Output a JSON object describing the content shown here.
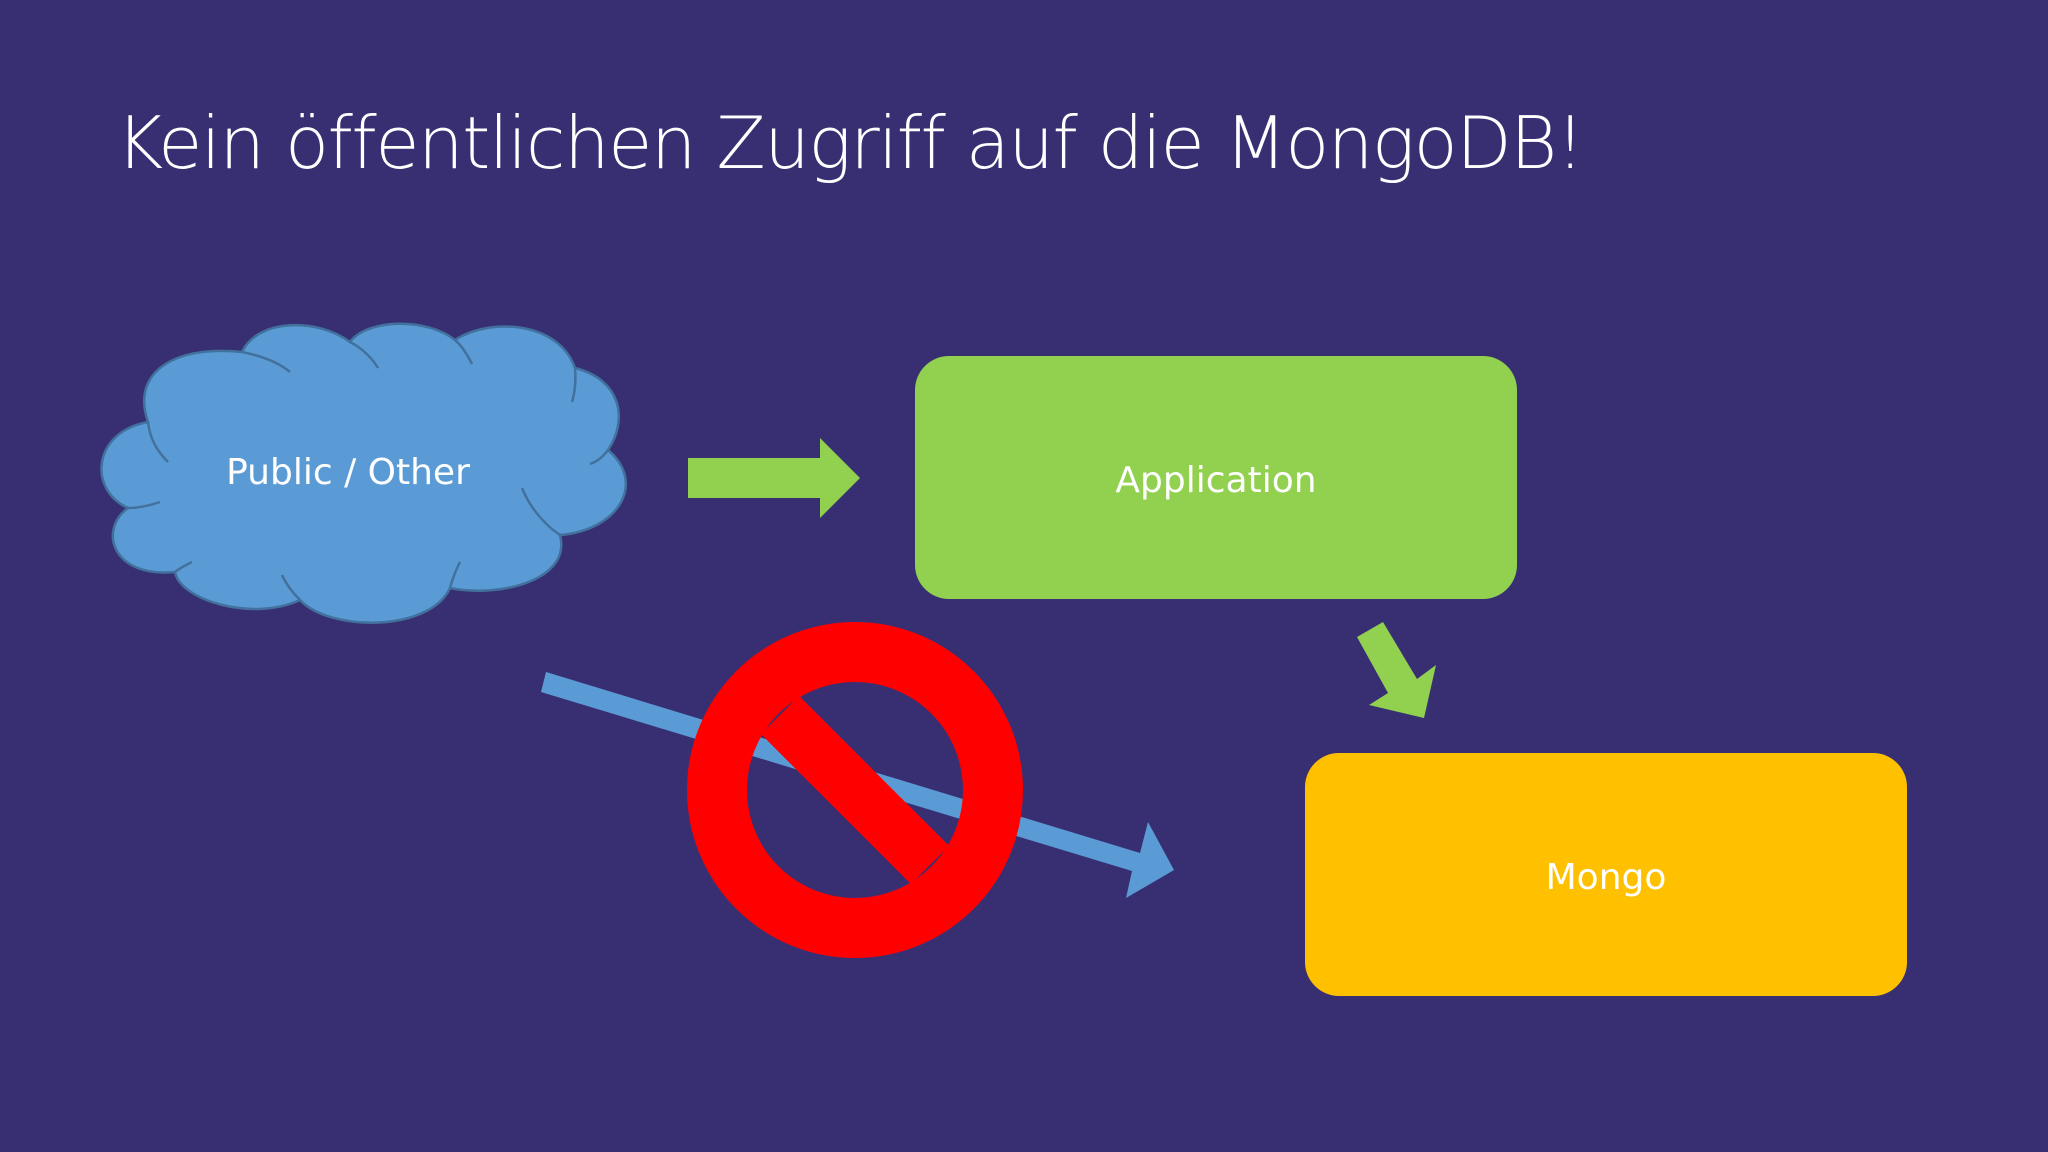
{
  "slide": {
    "title": "Kein öffentlichen Zugriff auf die MongoDB!",
    "background_color": "#382f73"
  },
  "diagram": {
    "nodes": [
      {
        "id": "public",
        "shape": "cloud",
        "label": "Public / Other",
        "color": "#5b9bd5"
      },
      {
        "id": "application",
        "shape": "rounded-rectangle",
        "label": "Application",
        "color": "#92d050"
      },
      {
        "id": "mongo",
        "shape": "rounded-rectangle",
        "label": "Mongo",
        "color": "#ffc000"
      }
    ],
    "edges": [
      {
        "from": "public",
        "to": "application",
        "color": "#92d050",
        "allowed": true
      },
      {
        "from": "application",
        "to": "mongo",
        "color": "#92d050",
        "allowed": true
      },
      {
        "from": "public",
        "to": "mongo",
        "color": "#5b9bd5",
        "allowed": false
      }
    ],
    "prohibition_symbol": {
      "icon": "no-entry-icon",
      "color": "#ff0000"
    }
  }
}
